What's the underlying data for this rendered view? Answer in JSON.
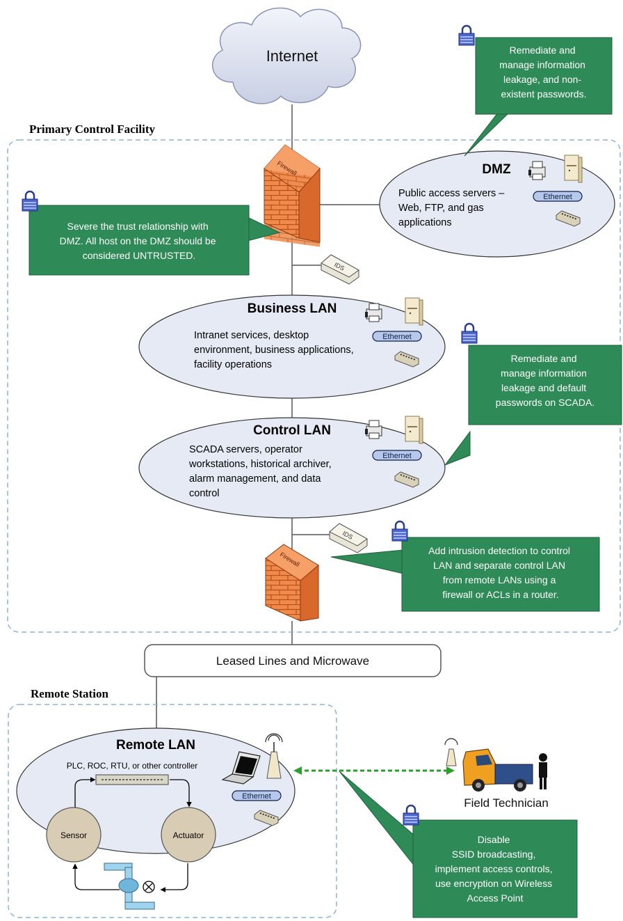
{
  "cloud": {
    "label": "Internet"
  },
  "zones": {
    "primary": "Primary Control Facility",
    "remote": "Remote Station"
  },
  "networks": {
    "dmz": {
      "title": "DMZ",
      "desc": [
        "Public access servers –",
        "Web, FTP, and gas",
        "applications"
      ]
    },
    "business": {
      "title": "Business LAN",
      "desc": [
        "Intranet services, desktop",
        "environment, business applications,",
        "facility operations"
      ]
    },
    "control": {
      "title": "Control LAN",
      "desc": [
        "SCADA servers, operator",
        "workstations, historical archiver,",
        "alarm management, and data",
        "control"
      ]
    },
    "remote": {
      "title": "Remote LAN",
      "controller": "PLC, ROC, RTU, or other controller",
      "sensor": "Sensor",
      "actuator": "Actuator"
    }
  },
  "links": {
    "leased": "Leased Lines and Microwave"
  },
  "devices": {
    "ethernet": "Ethernet",
    "firewall": "Firewall",
    "ids": "IDS"
  },
  "field": {
    "label": "Field Technician"
  },
  "callouts": {
    "dmz_fix": [
      "Remediate and",
      "manage information",
      "leakage, and non-",
      "existent passwords."
    ],
    "trust": [
      "Severe the trust relationship with",
      "DMZ.  All host on the DMZ should be",
      "considered UNTRUSTED."
    ],
    "scada": [
      "Remediate and",
      "manage information",
      "leakage and default",
      "passwords on SCADA."
    ],
    "ids": [
      "Add intrusion detection to control",
      "LAN and separate control LAN",
      "from remote LANs using a",
      "firewall or ACLs in a router."
    ],
    "wireless": [
      "Disable",
      "SSID broadcasting,",
      "implement access controls,",
      "use encryption on Wireless",
      "Access Point"
    ]
  },
  "colors": {
    "callout": "#2e8b57",
    "ellipse": "#e6eaf5",
    "zone_border": "#8ab4d8",
    "firewall": "#e87a3a",
    "link_wireless": "#2aa02a"
  }
}
